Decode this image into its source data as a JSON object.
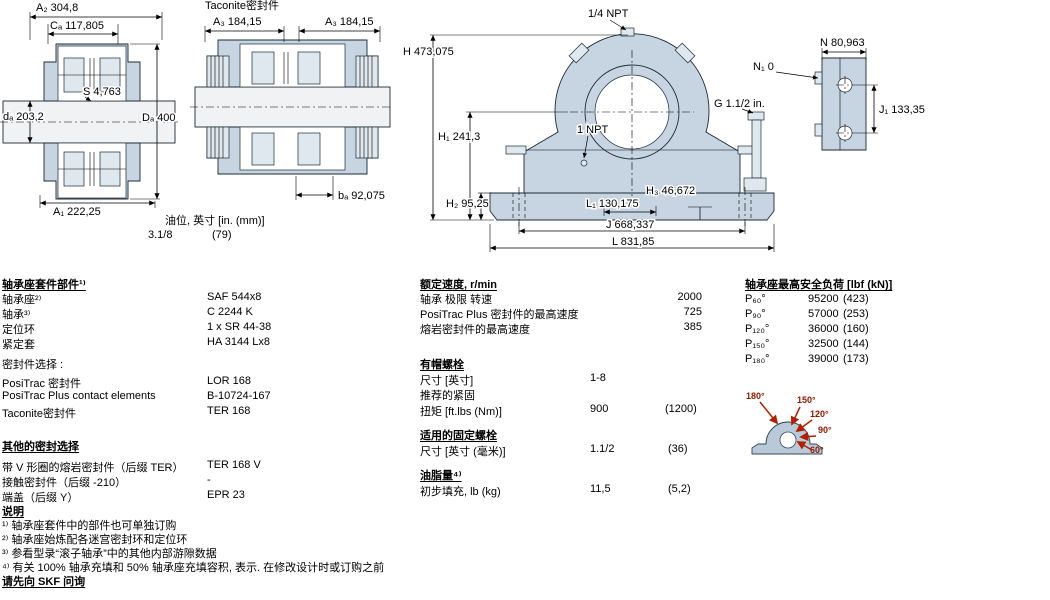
{
  "drawings": {
    "section1": {
      "dim_a2": "A₂ 304,8",
      "dim_ca": "Cₐ 117,805",
      "dim_s": "S 4,763",
      "dim_da": "dₐ 203,2",
      "dim_Da": "Dₐ 400",
      "dim_a1": "A₁ 222,25"
    },
    "section2": {
      "title": "Taconite密封件",
      "dim_a3_left": "A₃ 184,15",
      "dim_a3_right": "A₃ 184,15",
      "dim_ba": "bₐ 92,075",
      "oil_level_label": "油位, 英寸 [in. (mm)]",
      "oil_level_in": "3.1/8",
      "oil_level_mm": "(79)"
    },
    "side_view": {
      "dim_npt14": "1/4 NPT",
      "dim_h": "H 473,075",
      "dim_h1": "H₁ 241,3",
      "dim_h2": "H₂ 95,25",
      "dim_h3": "H₃ 46,672",
      "dim_g": "G 1.1/2 in.",
      "dim_npt1": "1 NPT",
      "dim_l1": "L₁ 130,175",
      "dim_j": "J 668,337",
      "dim_l": "L 831,85"
    },
    "end_view": {
      "dim_n": "N 80,963",
      "dim_n1": "N₁ 0",
      "dim_j1": "J₁ 133,35"
    },
    "load_directions": {
      "angles": [
        "180°",
        "150°",
        "120°",
        "90°",
        "60°"
      ]
    }
  },
  "kit": {
    "header": "轴承座套件部件¹⁾",
    "rows": [
      {
        "label": "轴承座²⁾",
        "value": "SAF 544x8"
      },
      {
        "label": "轴承³⁾",
        "value": "C 2244 K"
      },
      {
        "label": "定位环",
        "value": "1 x SR 44-38"
      },
      {
        "label": "紧定套",
        "value": "HA 3144 Lx8"
      },
      {
        "label": "密封件选择 :",
        "value": ""
      },
      {
        "label": "PosiTrac 密封件",
        "value": "LOR 168"
      },
      {
        "label": "PosiTrac Plus contact elements",
        "value": "B-10724-167"
      },
      {
        "label": "Taconite密封件",
        "value": "TER 168"
      }
    ]
  },
  "other_seals": {
    "header": "其他的密封选择",
    "rows": [
      {
        "label": "带 V 形圈的熔岩密封件（后缀 TER）",
        "value": "TER 168 V"
      },
      {
        "label": "接触密封件（后缀 -210）",
        "value": "-"
      },
      {
        "label": "端盖（后缀 Y）",
        "value": "EPR 23"
      }
    ]
  },
  "speeds": {
    "header": "额定速度, r/min",
    "rows": [
      {
        "label": "轴承 极限 转速",
        "value": "2000"
      },
      {
        "label": "PosiTrac Plus 密封件的最高速度",
        "value": "725"
      },
      {
        "label": "熔岩密封件的最高速度",
        "value": "385"
      }
    ]
  },
  "cap_bolts": {
    "header": "有帽螺栓",
    "size_label": "尺寸 [英寸]",
    "size_value": "1-8",
    "torque_intro": "推荐的紧固",
    "torque_label": "扭矩 [ft.lbs (Nm)]",
    "torque_value": "900",
    "torque_paren": "(1200)"
  },
  "attachment_bolts": {
    "header": "适用的固定螺栓",
    "size_label": "尺寸 [英寸 (毫米)]",
    "size_value": "1.1/2",
    "size_paren": "(36)"
  },
  "grease": {
    "header": "油脂量⁴⁾",
    "fill_label": "初步填充, lb (kg)",
    "fill_value": "11,5",
    "fill_paren": "(5,2)"
  },
  "loads": {
    "header": "轴承座最高安全负荷 [lbf (kN)]",
    "rows": [
      {
        "label": "P₆₀°",
        "value": "95200",
        "paren": "(423)"
      },
      {
        "label": "P₉₀°",
        "value": "57000",
        "paren": "(253)"
      },
      {
        "label": "P₁₂₀°",
        "value": "36000",
        "paren": "(160)"
      },
      {
        "label": "P₁₅₀°",
        "value": "32500",
        "paren": "(144)"
      },
      {
        "label": "P₁₈₀°",
        "value": "39000",
        "paren": "(173)"
      }
    ]
  },
  "notes": {
    "header": "说明",
    "items": [
      "¹⁾ 轴承座套件中的部件也可单独订购",
      "²⁾ 轴承座始炼配各迷宫密封环和定位环",
      "³⁾ 参看型录“滚子轴承”中的其他内部游隙数据",
      "⁴⁾ 有关 100% 轴承充填和 50% 轴承座充填容积, 表示. 在修改设计时或订购之前"
    ],
    "footer": "请先向 SKF 问询"
  }
}
